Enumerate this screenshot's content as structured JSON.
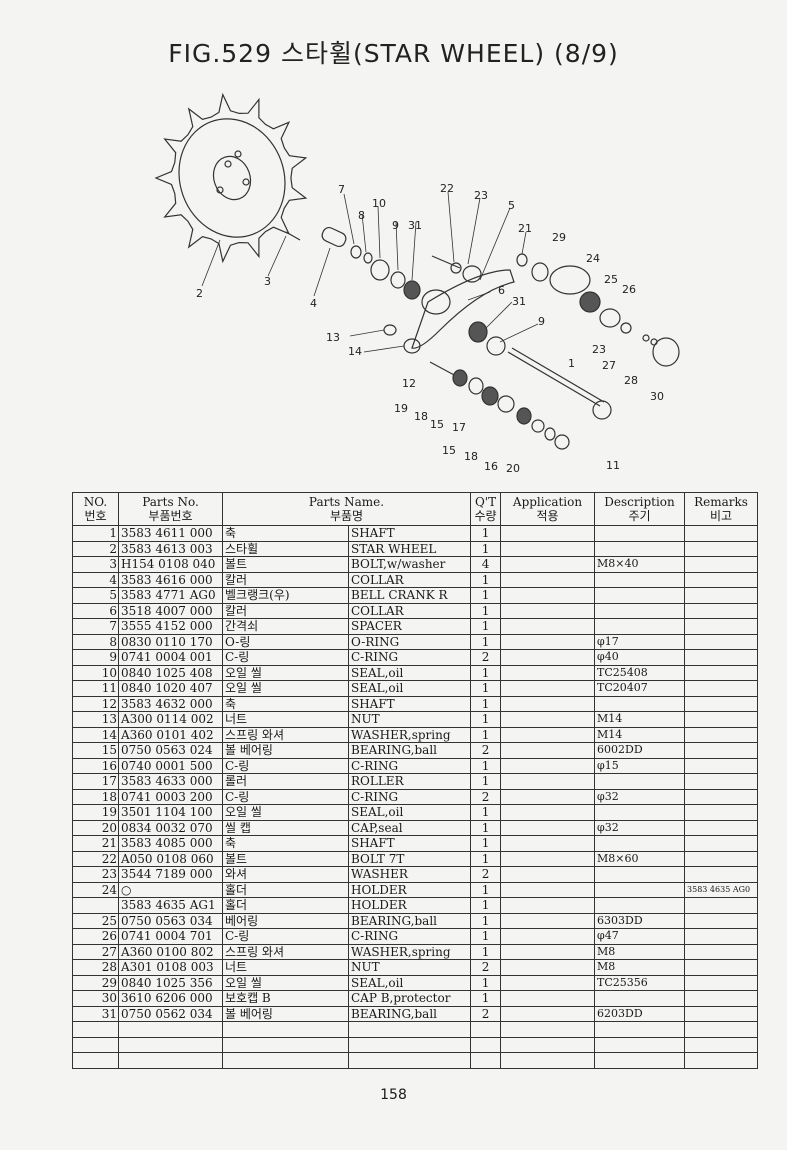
{
  "title": "FIG.529 스타휠(STAR WHEEL) (8/9)",
  "diagram": {
    "callouts": [
      "1",
      "2",
      "3",
      "4",
      "5",
      "6",
      "7",
      "8",
      "9",
      "9",
      "10",
      "11",
      "12",
      "13",
      "14",
      "15",
      "15",
      "16",
      "17",
      "18",
      "18",
      "19",
      "20",
      "21",
      "22",
      "23",
      "23",
      "24",
      "25",
      "26",
      "27",
      "28",
      "29",
      "30",
      "31",
      "31"
    ]
  },
  "table": {
    "headers": {
      "no": "NO.",
      "no_kr": "번호",
      "parts_no": "Parts No.",
      "parts_no_kr": "부품번호",
      "parts_name": "Parts Name.",
      "parts_name_kr": "부품명",
      "qty": "Q'T",
      "qty_kr": "수량",
      "application": "Application",
      "application_kr": "적용",
      "description": "Description",
      "description_kr": "주기",
      "remarks": "Remarks",
      "remarks_kr": "비고"
    },
    "rows": [
      {
        "no": "1",
        "part": "3583 4611 000",
        "kr": "축",
        "en": "SHAFT",
        "qty": "1",
        "desc": "",
        "rem": ""
      },
      {
        "no": "2",
        "part": "3583 4613 003",
        "kr": "스타휠",
        "en": "STAR WHEEL",
        "qty": "1",
        "desc": "",
        "rem": ""
      },
      {
        "no": "3",
        "part": "H154 0108 040",
        "kr": "볼트",
        "en": "BOLT,w/washer",
        "qty": "4",
        "desc": "M8×40",
        "rem": ""
      },
      {
        "no": "4",
        "part": "3583 4616 000",
        "kr": "칼러",
        "en": "COLLAR",
        "qty": "1",
        "desc": "",
        "rem": ""
      },
      {
        "no": "5",
        "part": "3583 4771 AG0",
        "kr": "벨크랭크(우)",
        "en": "BELL CRANK R",
        "qty": "1",
        "desc": "",
        "rem": ""
      },
      {
        "no": "6",
        "part": "3518 4007 000",
        "kr": "칼러",
        "en": "COLLAR",
        "qty": "1",
        "desc": "",
        "rem": ""
      },
      {
        "no": "7",
        "part": "3555 4152 000",
        "kr": "간격쇠",
        "en": "SPACER",
        "qty": "1",
        "desc": "",
        "rem": ""
      },
      {
        "no": "8",
        "part": "0830 0110 170",
        "kr": "O-링",
        "en": "O-RING",
        "qty": "1",
        "desc": "φ17",
        "rem": ""
      },
      {
        "no": "9",
        "part": "0741 0004 001",
        "kr": "C-링",
        "en": "C-RING",
        "qty": "2",
        "desc": "φ40",
        "rem": ""
      },
      {
        "no": "10",
        "part": "0840 1025 408",
        "kr": "오일 씰",
        "en": "SEAL,oil",
        "qty": "1",
        "desc": "TC25408",
        "rem": ""
      },
      {
        "no": "11",
        "part": "0840 1020 407",
        "kr": "오일 씰",
        "en": "SEAL,oil",
        "qty": "1",
        "desc": "TC20407",
        "rem": ""
      },
      {
        "no": "12",
        "part": "3583 4632 000",
        "kr": "축",
        "en": "SHAFT",
        "qty": "1",
        "desc": "",
        "rem": ""
      },
      {
        "no": "13",
        "part": "A300 0114 002",
        "kr": "너트",
        "en": "NUT",
        "qty": "1",
        "desc": "M14",
        "rem": ""
      },
      {
        "no": "14",
        "part": "A360 0101 402",
        "kr": "스프링 와셔",
        "en": "WASHER,spring",
        "qty": "1",
        "desc": "M14",
        "rem": ""
      },
      {
        "no": "15",
        "part": "0750 0563 024",
        "kr": "볼 베어링",
        "en": "BEARING,ball",
        "qty": "2",
        "desc": "6002DD",
        "rem": ""
      },
      {
        "no": "16",
        "part": "0740 0001 500",
        "kr": "C-링",
        "en": "C-RING",
        "qty": "1",
        "desc": "φ15",
        "rem": ""
      },
      {
        "no": "17",
        "part": "3583 4633 000",
        "kr": "롤러",
        "en": "ROLLER",
        "qty": "1",
        "desc": "",
        "rem": ""
      },
      {
        "no": "18",
        "part": "0741 0003 200",
        "kr": "C-링",
        "en": "C-RING",
        "qty": "2",
        "desc": "φ32",
        "rem": ""
      },
      {
        "no": "19",
        "part": "3501 1104 100",
        "kr": "오일 씰",
        "en": "SEAL,oil",
        "qty": "1",
        "desc": "",
        "rem": ""
      },
      {
        "no": "20",
        "part": "0834 0032 070",
        "kr": "씰 캡",
        "en": "CAP,seal",
        "qty": "1",
        "desc": "φ32",
        "rem": ""
      },
      {
        "no": "21",
        "part": "3583 4085 000",
        "kr": "축",
        "en": "SHAFT",
        "qty": "1",
        "desc": "",
        "rem": ""
      },
      {
        "no": "22",
        "part": "A050 0108 060",
        "kr": "볼트",
        "en": "BOLT 7T",
        "qty": "1",
        "desc": "M8×60",
        "rem": ""
      },
      {
        "no": "23",
        "part": "3544 7189 000",
        "kr": "와셔",
        "en": "WASHER",
        "qty": "2",
        "desc": "",
        "rem": ""
      },
      {
        "no": "24",
        "part": "○",
        "kr": "홀더",
        "en": "HOLDER",
        "qty": "1",
        "desc": "",
        "rem": "3583 4635 AG0"
      },
      {
        "no": "",
        "part": "3583 4635 AG1",
        "kr": "홀더",
        "en": "HOLDER",
        "qty": "1",
        "desc": "",
        "rem": ""
      },
      {
        "no": "25",
        "part": "0750 0563 034",
        "kr": "베어링",
        "en": "BEARING,ball",
        "qty": "1",
        "desc": "6303DD",
        "rem": ""
      },
      {
        "no": "26",
        "part": "0741 0004 701",
        "kr": "C-링",
        "en": "C-RING",
        "qty": "1",
        "desc": "φ47",
        "rem": ""
      },
      {
        "no": "27",
        "part": "A360 0100 802",
        "kr": "스프링 와셔",
        "en": "WASHER,spring",
        "qty": "1",
        "desc": "M8",
        "rem": ""
      },
      {
        "no": "28",
        "part": "A301 0108 003",
        "kr": "너트",
        "en": "NUT",
        "qty": "2",
        "desc": "M8",
        "rem": ""
      },
      {
        "no": "29",
        "part": "0840 1025 356",
        "kr": "오일 씰",
        "en": "SEAL,oil",
        "qty": "1",
        "desc": "TC25356",
        "rem": ""
      },
      {
        "no": "30",
        "part": "3610 6206 000",
        "kr": "보호캡 B",
        "en": "CAP B,protector",
        "qty": "1",
        "desc": "",
        "rem": ""
      },
      {
        "no": "31",
        "part": "0750 0562 034",
        "kr": "볼 베어링",
        "en": "BEARING,ball",
        "qty": "2",
        "desc": "6203DD",
        "rem": ""
      },
      {
        "no": "",
        "part": "",
        "kr": "",
        "en": "",
        "qty": "",
        "desc": "",
        "rem": ""
      },
      {
        "no": "",
        "part": "",
        "kr": "",
        "en": "",
        "qty": "",
        "desc": "",
        "rem": ""
      },
      {
        "no": "",
        "part": "",
        "kr": "",
        "en": "",
        "qty": "",
        "desc": "",
        "rem": ""
      }
    ]
  },
  "page_number": "158"
}
